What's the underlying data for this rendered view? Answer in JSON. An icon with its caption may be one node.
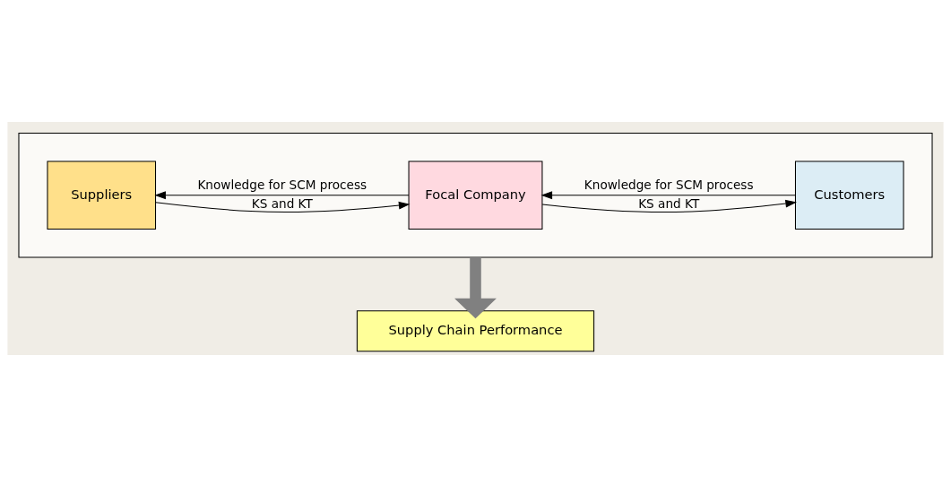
{
  "diagram": {
    "nodes": [
      {
        "text": [],
        "shape": "box"
      },
      {
        "text": [
          "Suppliers"
        ],
        "in": 0
      },
      {
        "text": [
          "Focal Company"
        ],
        "in": 0
      },
      {
        "text": [
          "Customers"
        ],
        "in": 0
      },
      {
        "text": [
          "Supply Chain Performance"
        ]
      }
    ],
    "edges": [
      {
        "from": 1,
        "to": 2,
        "arrow": "to",
        "label": "KS and KT"
      },
      {
        "from": 2,
        "to": 1,
        "arrow": "to",
        "label": "Knowledge for SCM process"
      },
      {
        "from": 2,
        "to": 3,
        "arrow": "to",
        "label": "KS and KT"
      },
      {
        "from": 3,
        "to": 2,
        "arrow": "to",
        "label": "Knowledge for SCM process"
      },
      {
        "from": 0,
        "to": 4,
        "arrow": "to",
        "style": "thick",
        "color": "#808080"
      }
    ]
  }
}
